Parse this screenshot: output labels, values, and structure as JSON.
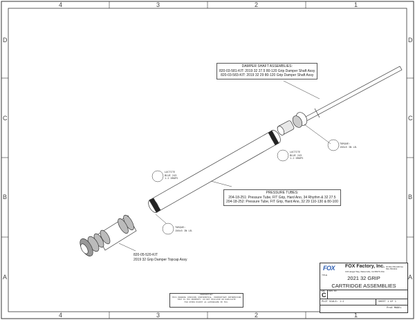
{
  "border": {
    "columns": [
      "4",
      "3",
      "2",
      "1"
    ],
    "rows": [
      "D",
      "C",
      "B",
      "A"
    ]
  },
  "callouts": {
    "damper_shaft": {
      "title": "DAMPER SHAFT ASSEMBLIES:",
      "lines": [
        "820-03-581-KIT: 2019 32 27.5 80-120 Grip Damper Shaft Assy",
        "820-03-583-KIT: 2019 32 29 80-120 Grip Damper Shaft Assy"
      ]
    },
    "pressure_tubes": {
      "title": "PRESSURE TUBES:",
      "lines": [
        "204-18-251: Pressure Tube, FIT Grip, Hard Ano, 34 Rhythm & 32 27.5",
        "204-18-252: Pressure Tube, FIT Grip, Hard Ano, 32 29 110-130 & 80-100"
      ]
    },
    "topcap": {
      "lines": [
        "820-05-520-KIT",
        "2019 32 Grip Damper Topcap Assy"
      ]
    },
    "torque_1": {
      "lines": [
        "TORQUE:",
        "156±5 IN LB."
      ]
    },
    "torque_2": {
      "lines": [
        "TORQUE:",
        "156±5 IN LB."
      ]
    },
    "loctite_1": {
      "lines": [
        "LOCTITE",
        "BLUE 243",
        "1-2 DROPS"
      ]
    },
    "loctite_2": {
      "lines": [
        "LOCTITE",
        "BLUE 243",
        "1-2 DROPS"
      ]
    }
  },
  "proprietary_note": {
    "lines": [
      "PROPRIETARY",
      "THIS DRAWING CONTAINS CONFIDENTIAL, PROPRIETARY INFORMATION",
      "THAT IS FOX PROPERTY. DO NOT DISCLOSE OR DUPLICATE",
      "FOR OTHER EXCEPT AS AUTHORIZED BY FOX."
    ]
  },
  "title_block": {
    "logo": "FOX",
    "company": "FOX Factory, Inc.",
    "address": "130 Hangar Way, Watsonville, CA 95076 USA",
    "phone": "Ph 831-768-1100  Fax 831-768-9312",
    "title_label": "TITLE",
    "title_line1": "2021 32 GRIP",
    "title_line2": "CARTRIDGE ASSEMBLIES",
    "size_label": "SIZE",
    "dwg_label": "DWG. NO.",
    "size": "C",
    "plot_scale": "PLOT SCALE: 1:1",
    "sheet": "SHEET 1 OF 1",
    "footer": "ProE MODEL"
  }
}
